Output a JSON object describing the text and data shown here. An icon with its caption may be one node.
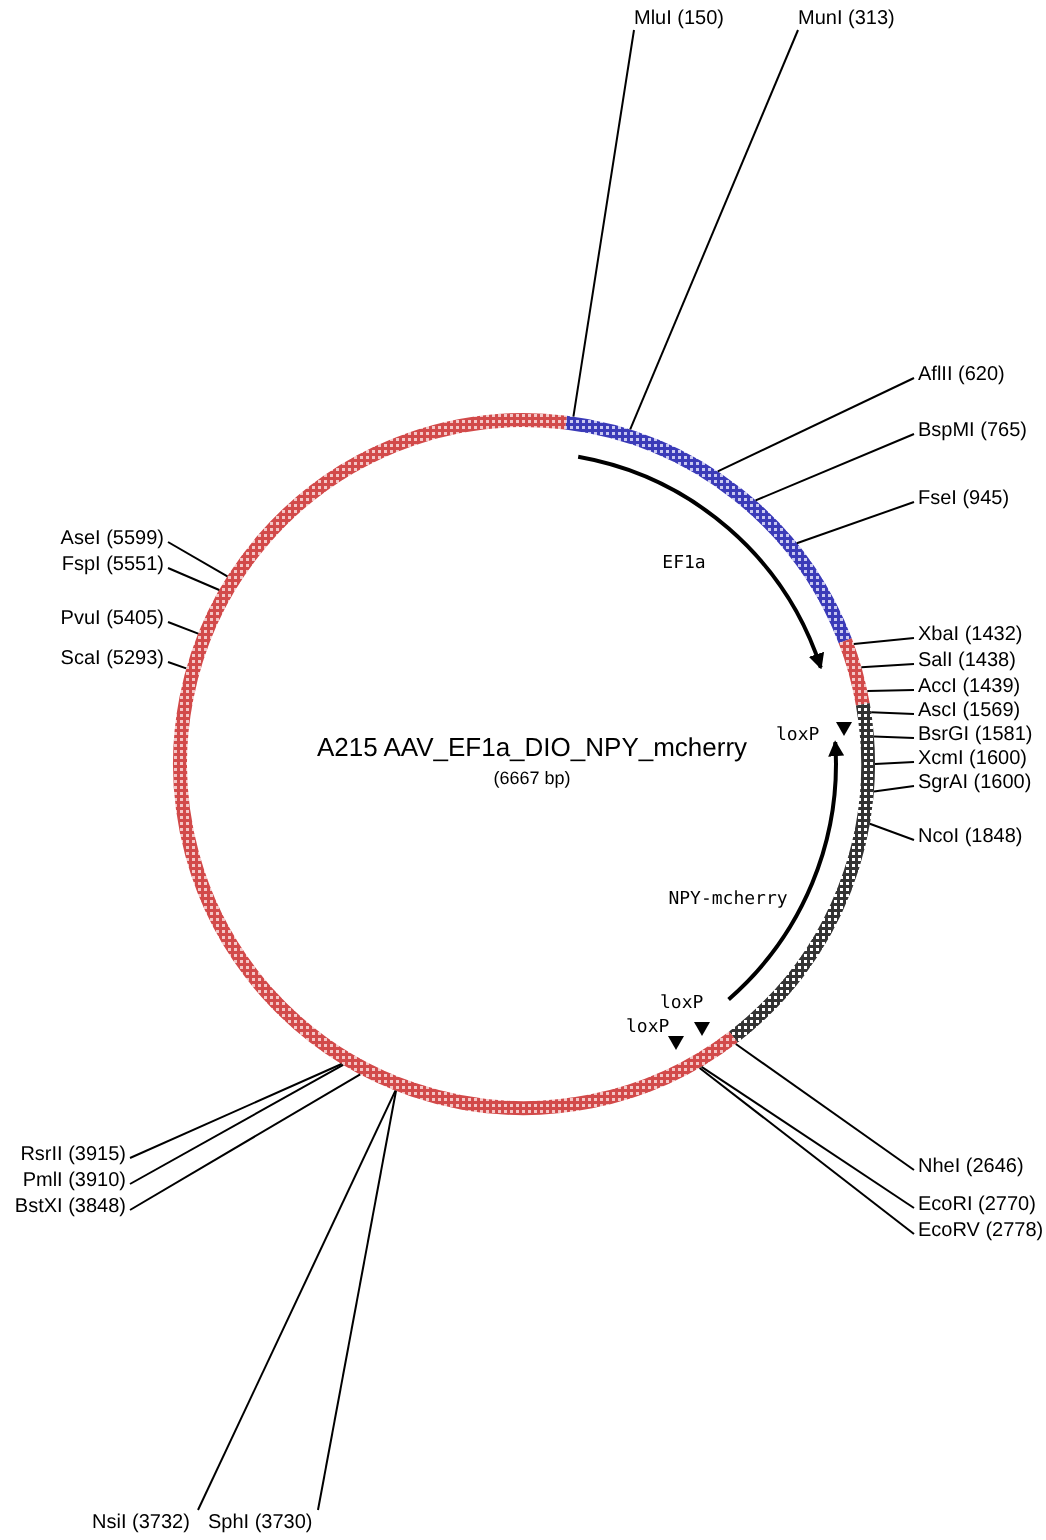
{
  "diagram": {
    "title": "A215 AAV_EF1a_DIO_NPY_mcherry",
    "nodes": [
      {
        "text": [
          "MluI (150)"
        ]
      },
      {
        "text": [
          "MunI (313)"
        ]
      },
      {
        "text": [
          "AflII (620)"
        ]
      },
      {
        "text": [
          "BspMI (765)"
        ]
      },
      {
        "text": [
          "FseI (945)"
        ]
      },
      {
        "text": [
          "XbaI (1432)"
        ]
      },
      {
        "text": [
          "SalI (1438)"
        ]
      },
      {
        "text": [
          "AccI (1439)"
        ]
      },
      {
        "text": [
          "AscI (1569)"
        ]
      },
      {
        "text": [
          "BsrGI (1581)"
        ]
      },
      {
        "text": [
          "XcmI (1600)"
        ]
      },
      {
        "text": [
          "SgrAI (1600)"
        ]
      },
      {
        "text": [
          "NcoI (1848)"
        ]
      },
      {
        "text": [
          "NheI (2646)"
        ]
      },
      {
        "text": [
          "EcoRI (2770)"
        ]
      },
      {
        "text": [
          "EcoRV (2778)"
        ]
      },
      {
        "text": [
          "AseI (5599)"
        ]
      },
      {
        "text": [
          "FspI (5551)"
        ]
      },
      {
        "text": [
          "PvuI (5405)"
        ]
      },
      {
        "text": [
          "ScaI (5293)"
        ]
      },
      {
        "text": [
          "RsrII (3915)"
        ]
      },
      {
        "text": [
          "PmlI (3910)"
        ]
      },
      {
        "text": [
          "BstXI (3848)"
        ]
      },
      {
        "text": [
          "NsiI (3732)"
        ]
      },
      {
        "text": [
          "SphI (3730)"
        ]
      }
    ],
    "edges": [
      {
        "from": 0,
        "to": null,
        "arrow": "none"
      },
      {
        "from": 1,
        "to": null,
        "arrow": "none"
      },
      {
        "from": 2,
        "to": null,
        "arrow": "none"
      },
      {
        "from": 3,
        "to": null,
        "arrow": "none"
      },
      {
        "from": 4,
        "to": null,
        "arrow": "none"
      },
      {
        "from": 5,
        "to": null,
        "arrow": "none"
      },
      {
        "from": 6,
        "to": null,
        "arrow": "none"
      },
      {
        "from": 7,
        "to": null,
        "arrow": "none"
      },
      {
        "from": 8,
        "to": null,
        "arrow": "none"
      },
      {
        "from": 9,
        "to": null,
        "arrow": "none"
      },
      {
        "from": 10,
        "to": null,
        "arrow": "none"
      },
      {
        "from": 11,
        "to": null,
        "arrow": "none"
      },
      {
        "from": 12,
        "to": null,
        "arrow": "none"
      },
      {
        "from": 13,
        "to": null,
        "arrow": "none"
      },
      {
        "from": 14,
        "to": null,
        "arrow": "none"
      },
      {
        "from": 15,
        "to": null,
        "arrow": "none"
      },
      {
        "from": 16,
        "to": null,
        "arrow": "none"
      },
      {
        "from": 17,
        "to": null,
        "arrow": "none"
      },
      {
        "from": 18,
        "to": null,
        "arrow": "none"
      },
      {
        "from": 19,
        "to": null,
        "arrow": "none"
      },
      {
        "from": 20,
        "to": null,
        "arrow": "none"
      },
      {
        "from": 21,
        "to": null,
        "arrow": "none"
      },
      {
        "from": 22,
        "to": null,
        "arrow": "none"
      },
      {
        "from": 23,
        "to": null,
        "arrow": "none"
      },
      {
        "from": 24,
        "to": null,
        "arrow": "none"
      }
    ],
    "labels": [
      "(6667 bp)",
      "EF1a",
      "loxP",
      "NPY-mcherry",
      "loxP",
      "loxP"
    ]
  }
}
